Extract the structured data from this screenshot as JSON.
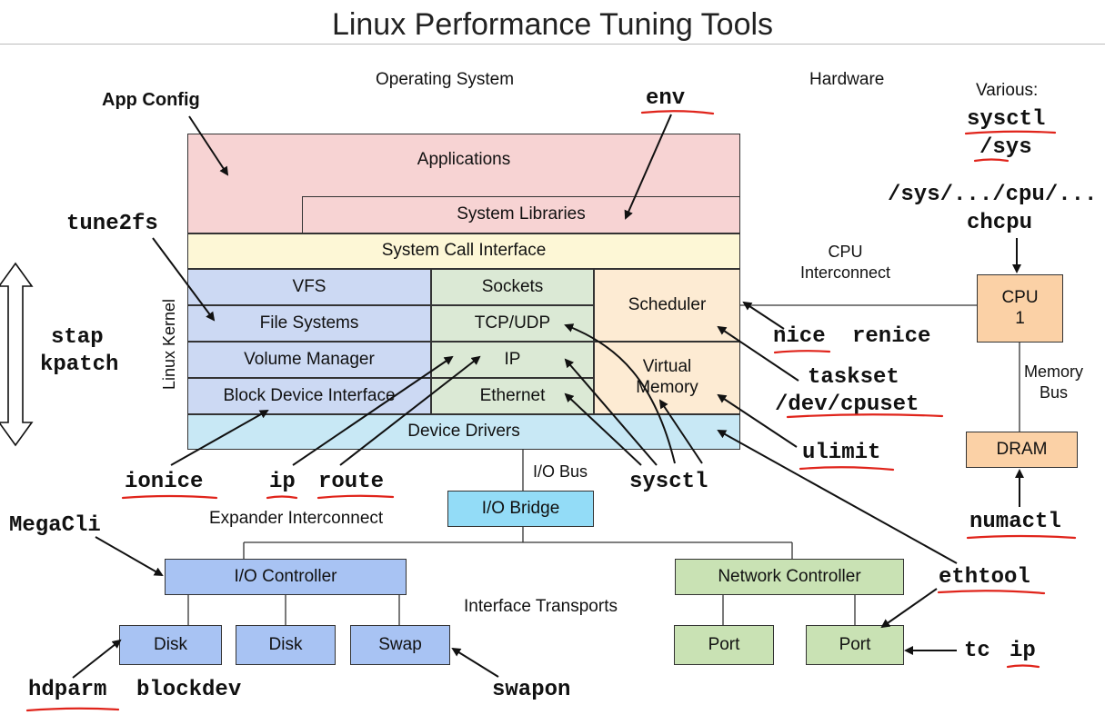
{
  "title": "Linux Performance Tuning Tools",
  "sections": {
    "os": "Operating System",
    "hardware": "Hardware",
    "kernel": "Linux Kernel",
    "cpu_interconnect": "CPU\nInterconnect",
    "memory_bus": "Memory\nBus",
    "io_bus": "I/O Bus",
    "expander": "Expander Interconnect",
    "transports": "Interface Transports"
  },
  "stack": {
    "applications": "Applications",
    "system_libraries": "System Libraries",
    "syscall": "System Call Interface",
    "vfs": "VFS",
    "file_systems": "File Systems",
    "volume_manager": "Volume Manager",
    "block_device": "Block Device Interface",
    "sockets": "Sockets",
    "tcp_udp": "TCP/UDP",
    "ip": "IP",
    "ethernet": "Ethernet",
    "scheduler": "Scheduler",
    "virtual_memory": "Virtual\nMemory",
    "device_drivers": "Device Drivers"
  },
  "hw": {
    "io_bridge": "I/O Bridge",
    "io_controller": "I/O Controller",
    "disk1": "Disk",
    "disk2": "Disk",
    "swap": "Swap",
    "network_controller": "Network Controller",
    "port1": "Port",
    "port2": "Port",
    "cpu": "CPU\n1",
    "dram": "DRAM"
  },
  "tools": {
    "app_config": "App Config",
    "env": "env",
    "various": "Various:",
    "sysctl_top": "sysctl",
    "sys": "/sys",
    "sys_cpu": "/sys/.../cpu/...",
    "chcpu": "chcpu",
    "tune2fs": "tune2fs",
    "stap": "stap",
    "kpatch": "kpatch",
    "nice": "nice",
    "renice": "renice",
    "taskset": "taskset",
    "dev_cpuset": "/dev/cpuset",
    "ulimit": "ulimit",
    "ionice": "ionice",
    "ip": "ip",
    "route": "route",
    "sysctl": "sysctl",
    "megacli": "MegaCli",
    "ethtool": "ethtool",
    "numactl": "numactl",
    "tc": "tc",
    "ip2": "ip",
    "hdparm": "hdparm",
    "blockdev": "blockdev",
    "swapon": "swapon"
  },
  "colors": {
    "applications": "#f7d3d3",
    "syscall": "#fdf7d6",
    "fs_stack": "#ccd9f3",
    "net_stack": "#dbe9d5",
    "sched_stack": "#fdebd3",
    "drivers": "#c8e8f5",
    "io_bridge": "#93dcf7",
    "hw_blue": "#a8c3f3",
    "hw_green": "#c9e2b4",
    "cpu": "#fbd1a6",
    "underline": "#e0241b"
  }
}
